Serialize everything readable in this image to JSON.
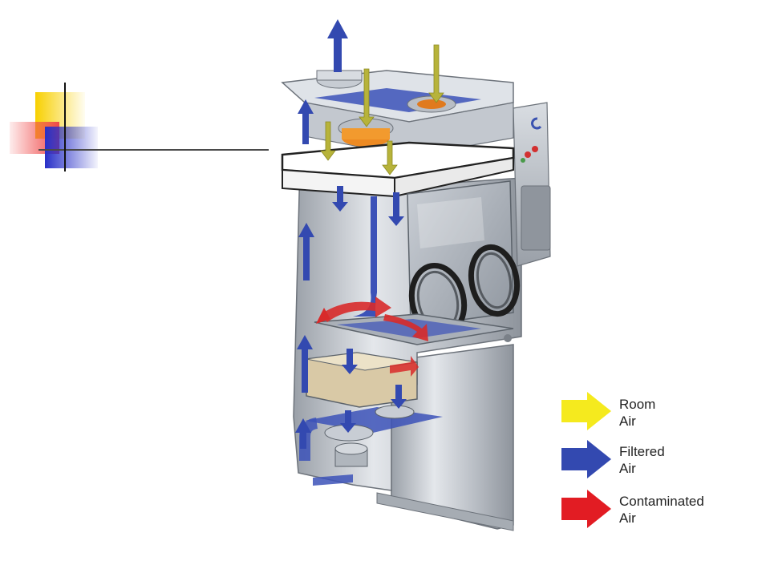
{
  "colors": {
    "room_air": "#f5ea1e",
    "filtered_air": "#3349b0",
    "contaminated_air": "#e21c23",
    "cabinet_steel": "#bcc1c8",
    "cabinet_shadow": "#8e949c",
    "deco_yellow": "#f8d000",
    "deco_red": "#f04848",
    "deco_blue": "#2830c8"
  },
  "icons": {
    "decoration": "squares-crosshair-icon",
    "equipment": "isolator-cabinet-icon",
    "legend_arrow": "arrow-right-icon"
  },
  "legend": {
    "items": [
      {
        "key": "room_air",
        "label": "Room\nAir"
      },
      {
        "key": "filtered_air",
        "label": "Filtered\nAir"
      },
      {
        "key": "contaminated_air",
        "label": "Contaminated\nAir"
      }
    ]
  }
}
